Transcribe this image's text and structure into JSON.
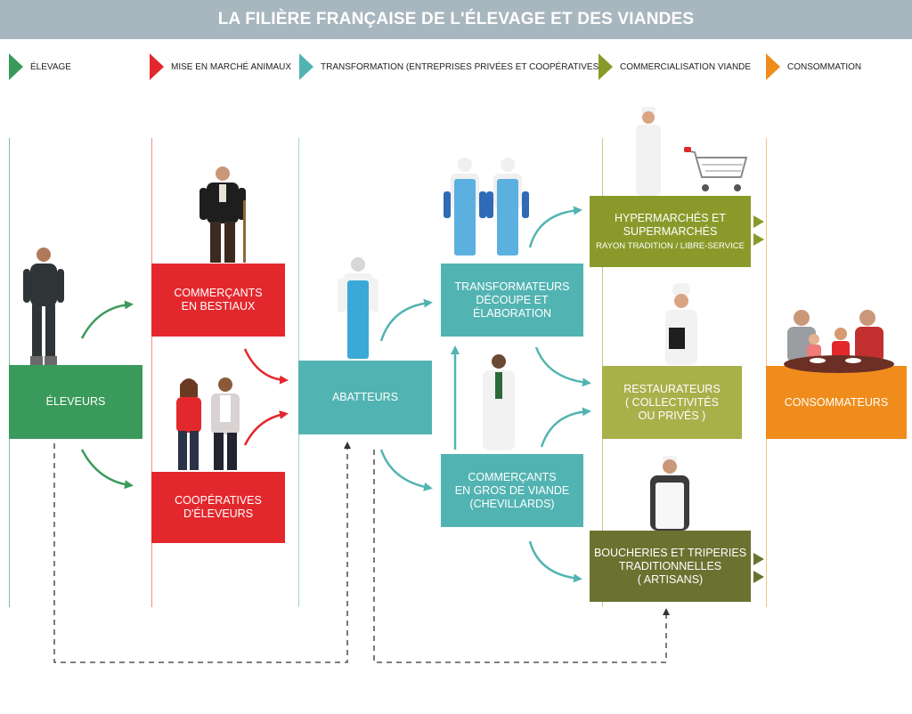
{
  "title": "LA FILIÈRE FRANÇAISE DE L'ÉLEVAGE ET DES VIANDES",
  "colors": {
    "elevage": "#3a9a5b",
    "mise_en_marche": "#e3282d",
    "transformation": "#52b4b2",
    "commercialisation": "#8a9a2a",
    "consommation": "#ef8c1b",
    "restaurateurs": "#a8b04a",
    "boucheries": "#6b7230",
    "title_bar": "#a8b6bf"
  },
  "legend": [
    {
      "label": "ÉLEVAGE",
      "icon": "chevron-right-icon",
      "color": "#3a9a5b"
    },
    {
      "label": "MISE EN MARCHÉ ANIMAUX",
      "icon": "chevron-right-icon",
      "color": "#e3282d"
    },
    {
      "label": "TRANSFORMATION  (ENTREPRISES PRIVÉES ET COOPÉRATIVES)",
      "icon": "chevron-right-icon",
      "color": "#52b4b2"
    },
    {
      "label": "COMMERCIALISATION  VIANDE",
      "icon": "chevron-right-icon",
      "color": "#8a9a2a"
    },
    {
      "label": "CONSOMMATION",
      "icon": "chevron-right-icon",
      "color": "#ef8c1b"
    }
  ],
  "boxes": {
    "eleveurs": {
      "lines": [
        "ÉLEVEURS"
      ]
    },
    "commercants_bestiaux": {
      "lines": [
        "COMMERÇANTS",
        "EN BESTIAUX"
      ]
    },
    "cooperatives": {
      "lines": [
        "COOPÉRATIVES",
        "D'ÉLEVEURS"
      ]
    },
    "abatteurs": {
      "lines": [
        "ABATTEURS"
      ]
    },
    "transformateurs": {
      "lines": [
        "TRANSFORMATEURS",
        "DÉCOUPE ET",
        "ÉLABORATION"
      ]
    },
    "commercants_gros": {
      "lines": [
        "COMMERÇANTS",
        "EN GROS DE VIANDE",
        "(CHEVILLARDS)"
      ]
    },
    "hypermarches": {
      "lines": [
        "HYPERMARCHÉS ET",
        "SUPERMARCHÉS"
      ],
      "sub": "RAYON TRADITION / LIBRE-SERVICE"
    },
    "restaurateurs": {
      "lines": [
        "RESTAURATEURS",
        "( COLLECTIVITÉS",
        "OU PRIVÉS )"
      ]
    },
    "boucheries": {
      "lines": [
        "BOUCHERIES ET TRIPERIES",
        "TRADITIONNELLES",
        "( ARTISANS)"
      ]
    },
    "consommateurs": {
      "lines": [
        "CONSOMMATEURS"
      ]
    }
  },
  "illustrations": [
    "farmer-figure",
    "livestock-trader-figure",
    "cooperative-couple-figure",
    "slaughterhouse-worker-figure",
    "processing-workers-figure",
    "wholesaler-figure",
    "supermarket-clerk-figure",
    "shopping-cart-icon",
    "chef-figure",
    "butcher-figure",
    "family-at-table-figure"
  ]
}
